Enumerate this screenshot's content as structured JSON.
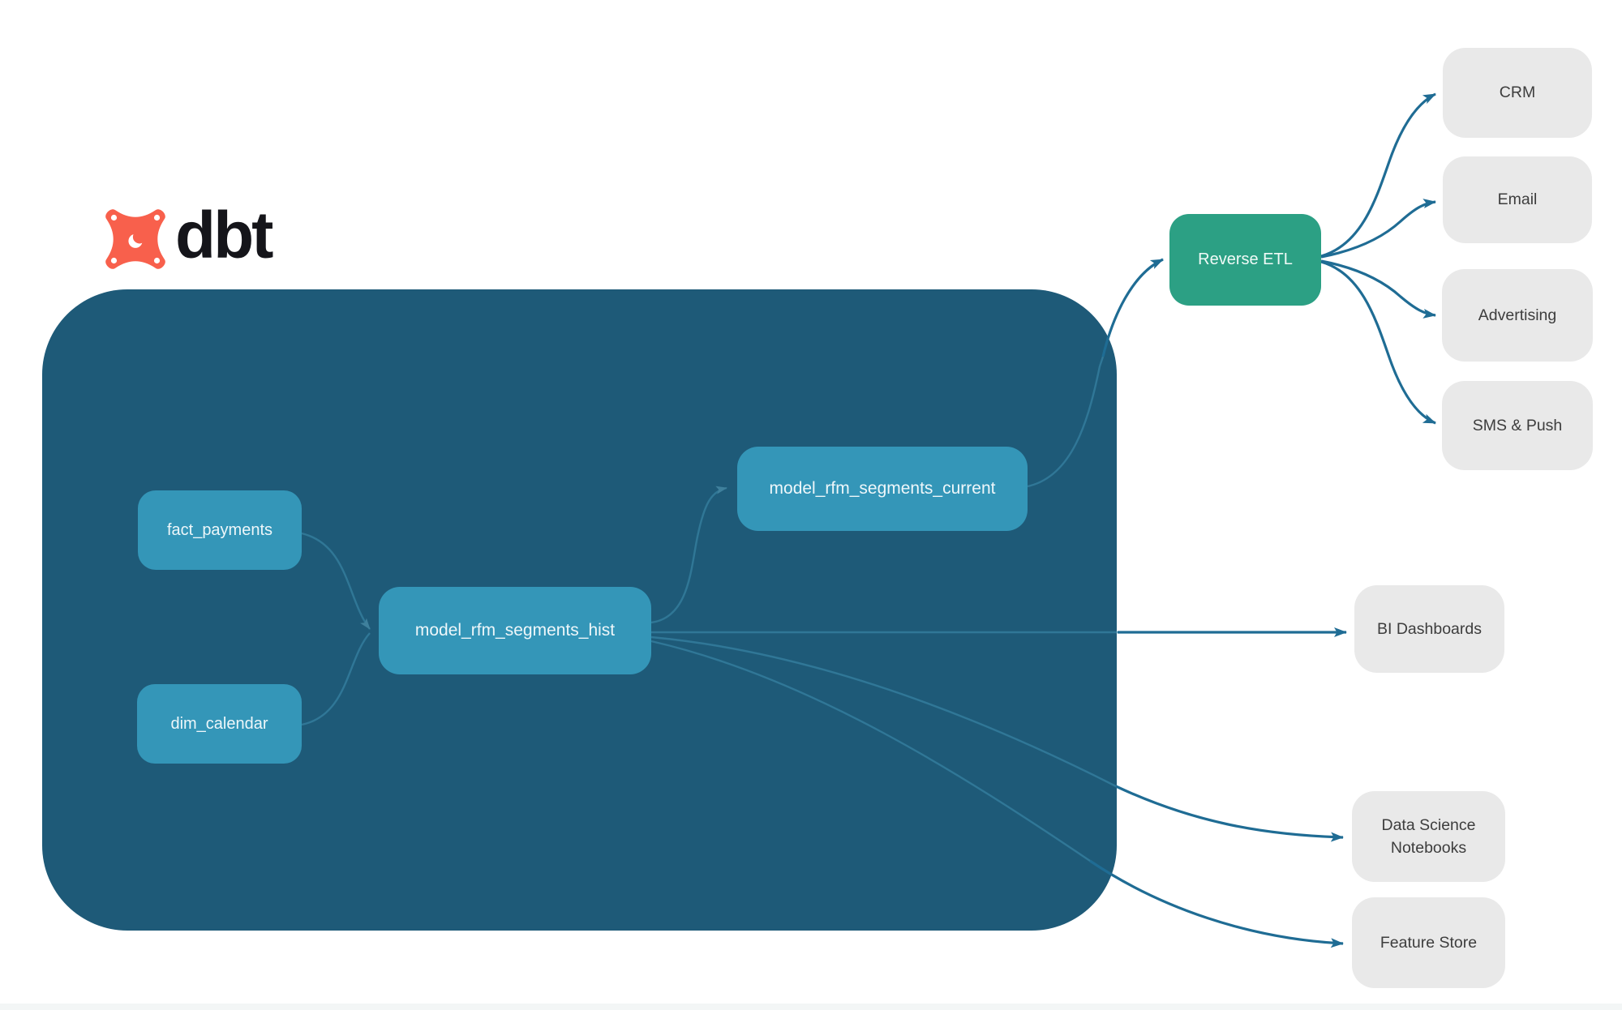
{
  "logo": {
    "text": "dbt"
  },
  "diagram": {
    "warehouse_models": [
      {
        "id": "fact_payments",
        "label": "fact_payments"
      },
      {
        "id": "dim_calendar",
        "label": "dim_calendar"
      },
      {
        "id": "model_rfm_segments_hist",
        "label": "model_rfm_segments_hist"
      },
      {
        "id": "model_rfm_segments_current",
        "label": "model_rfm_segments_current"
      }
    ],
    "reverse_etl": {
      "label": "Reverse ETL"
    },
    "destinations": [
      {
        "id": "crm",
        "label": "CRM"
      },
      {
        "id": "email",
        "label": "Email"
      },
      {
        "id": "advertising",
        "label": "Advertising"
      },
      {
        "id": "sms_push",
        "label": "SMS & Push"
      },
      {
        "id": "bi_dashboards",
        "label": "BI Dashboards"
      },
      {
        "id": "data_science_notebooks",
        "label": "Data Science Notebooks"
      },
      {
        "id": "feature_store",
        "label": "Feature Store"
      }
    ],
    "colors": {
      "container": "#1e5a78",
      "model_node": "#3496b8",
      "reverse_etl_node": "#2ca084",
      "destination_node": "#e9e9e9",
      "edge_outer": "#1f6c94",
      "edge_inner": "#4090b0",
      "logo_orange": "#f8604c",
      "logo_text": "#15151a"
    }
  }
}
